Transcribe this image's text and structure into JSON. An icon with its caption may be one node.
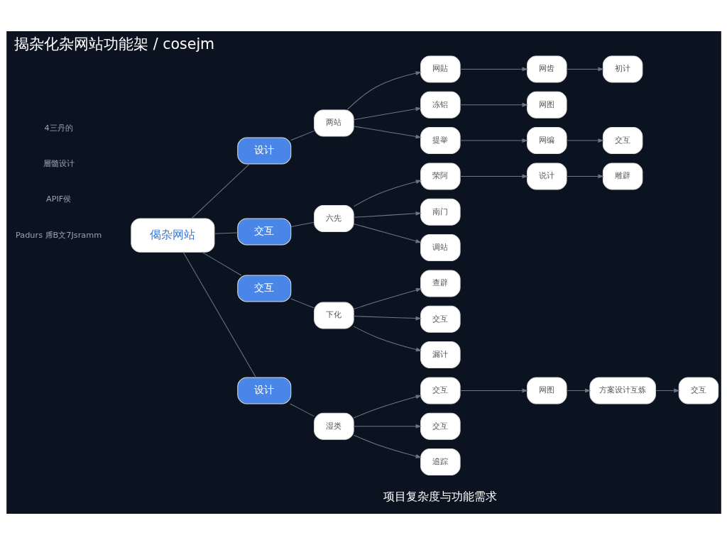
{
  "diagram": {
    "title": "揭杂化杂网站功能架 / cosejm",
    "caption": "项目复杂度与功能需求",
    "nodes": [
      {
        "text": [
          "偈杂网站"
        ]
      },
      {
        "text": [
          "设计"
        ]
      },
      {
        "text": [
          "交互"
        ]
      },
      {
        "text": [
          "交互"
        ]
      },
      {
        "text": [
          "设计"
        ]
      },
      {
        "text": [
          "两站"
        ]
      },
      {
        "text": [
          "六先"
        ]
      },
      {
        "text": [
          "下化"
        ]
      },
      {
        "text": [
          "湿类"
        ]
      },
      {
        "text": [
          "网貼"
        ]
      },
      {
        "text": [
          "网齿"
        ]
      },
      {
        "text": [
          "初计"
        ]
      },
      {
        "text": [
          "冻铝"
        ]
      },
      {
        "text": [
          "网图"
        ]
      },
      {
        "text": [
          "提举"
        ]
      },
      {
        "text": [
          "网编"
        ]
      },
      {
        "text": [
          "交互"
        ]
      },
      {
        "text": [
          "荣阿"
        ]
      },
      {
        "text": [
          "说计"
        ]
      },
      {
        "text": [
          "雕辟"
        ]
      },
      {
        "text": [
          "南门"
        ]
      },
      {
        "text": [
          "调站"
        ]
      },
      {
        "text": [
          "查辟"
        ]
      },
      {
        "text": [
          "交互"
        ]
      },
      {
        "text": [
          "漏计"
        ]
      },
      {
        "text": [
          "交互"
        ]
      },
      {
        "text": [
          "网图"
        ]
      },
      {
        "text": [
          "方案设计互炼"
        ]
      },
      {
        "text": [
          "交互"
        ]
      },
      {
        "text": [
          "交互"
        ]
      },
      {
        "text": [
          "追踪"
        ]
      }
    ],
    "edges": [
      {
        "from": 0,
        "to": 1,
        "arrow": "none"
      },
      {
        "from": 0,
        "to": 2,
        "arrow": "none"
      },
      {
        "from": 0,
        "to": 3,
        "arrow": "none"
      },
      {
        "from": 0,
        "to": 4,
        "arrow": "none"
      },
      {
        "from": 1,
        "to": 5,
        "arrow": "none"
      },
      {
        "from": 2,
        "to": 6,
        "arrow": "none"
      },
      {
        "from": 3,
        "to": 7,
        "arrow": "none"
      },
      {
        "from": 4,
        "to": 8,
        "arrow": "none"
      },
      {
        "from": 5,
        "to": 9,
        "arrow": "to"
      },
      {
        "from": 5,
        "to": 12,
        "arrow": "to"
      },
      {
        "from": 5,
        "to": 14,
        "arrow": "to"
      },
      {
        "from": 9,
        "to": 10,
        "arrow": "to"
      },
      {
        "from": 10,
        "to": 11,
        "arrow": "to"
      },
      {
        "from": 12,
        "to": 13,
        "arrow": "to"
      },
      {
        "from": 14,
        "to": 15,
        "arrow": "to"
      },
      {
        "from": 15,
        "to": 16,
        "arrow": "to"
      },
      {
        "from": 6,
        "to": 17,
        "arrow": "to"
      },
      {
        "from": 6,
        "to": 20,
        "arrow": "to"
      },
      {
        "from": 6,
        "to": 21,
        "arrow": "to"
      },
      {
        "from": 17,
        "to": 18,
        "arrow": "to"
      },
      {
        "from": 18,
        "to": 19,
        "arrow": "to"
      },
      {
        "from": 7,
        "to": 22,
        "arrow": "to"
      },
      {
        "from": 7,
        "to": 23,
        "arrow": "to"
      },
      {
        "from": 7,
        "to": 24,
        "arrow": "to"
      },
      {
        "from": 8,
        "to": 25,
        "arrow": "to"
      },
      {
        "from": 8,
        "to": 29,
        "arrow": "to"
      },
      {
        "from": 8,
        "to": 30,
        "arrow": "to"
      },
      {
        "from": 25,
        "to": 26,
        "arrow": "to"
      },
      {
        "from": 26,
        "to": 27,
        "arrow": "to"
      },
      {
        "from": 27,
        "to": 28,
        "arrow": "to"
      }
    ],
    "labels": [
      "Padurs 乕B文7Jsramm",
      "APIF侯",
      "層髓设计",
      "4三丹的"
    ]
  }
}
